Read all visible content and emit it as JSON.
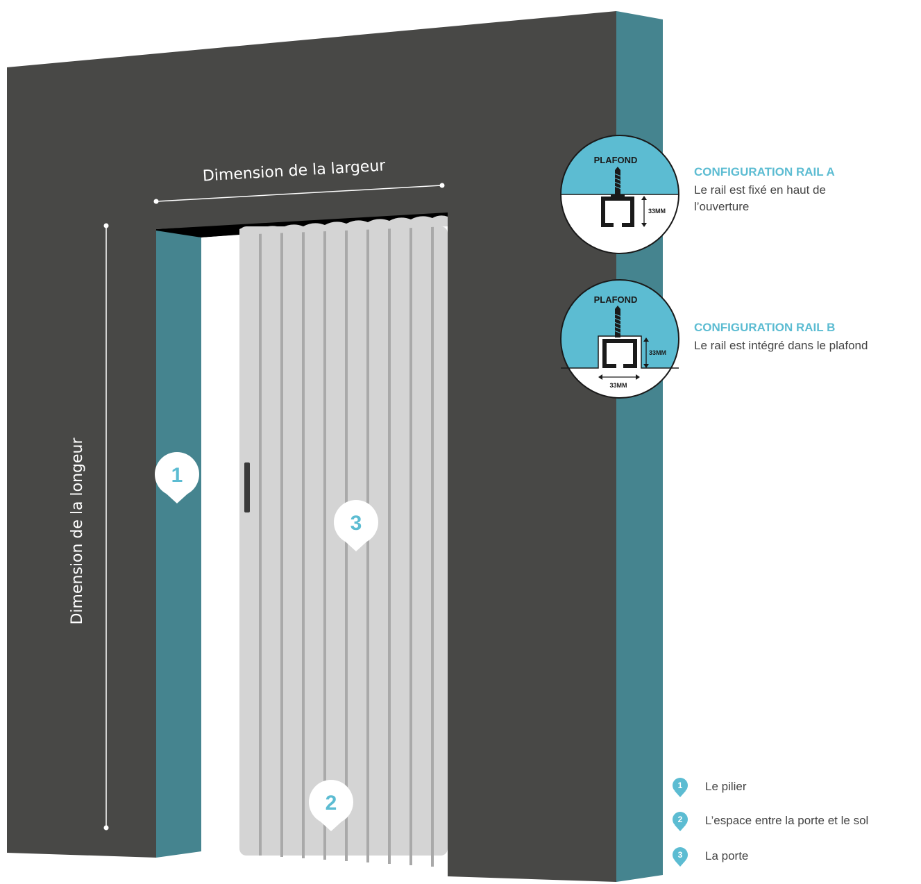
{
  "colors": {
    "wall": "#484846",
    "pillar": "#45848f",
    "accent": "#5cbcd2",
    "door": "#d4d4d4",
    "door_groove": "#a9a9a9",
    "text": "#444444"
  },
  "dimensions": {
    "width_label": "Dimension de la largeur",
    "height_label": "Dimension de la longeur"
  },
  "markers": [
    {
      "number": "1"
    },
    {
      "number": "2"
    },
    {
      "number": "3"
    }
  ],
  "configurations": [
    {
      "circle_title": "PLAFOND",
      "measure_vertical": "33MM",
      "title": "CONFIGURATION RAIL A",
      "description": "Le rail est fixé en haut de\nl’ouverture"
    },
    {
      "circle_title": "PLAFOND",
      "measure_vertical": "33MM",
      "measure_horizontal": "33MM",
      "title": "CONFIGURATION RAIL B",
      "description": "Le rail est intégré dans le plafond"
    }
  ],
  "legend": [
    {
      "number": "1",
      "label": "Le pilier"
    },
    {
      "number": "2",
      "label": "L’espace entre la porte et le sol"
    },
    {
      "number": "3",
      "label": "La porte"
    }
  ]
}
